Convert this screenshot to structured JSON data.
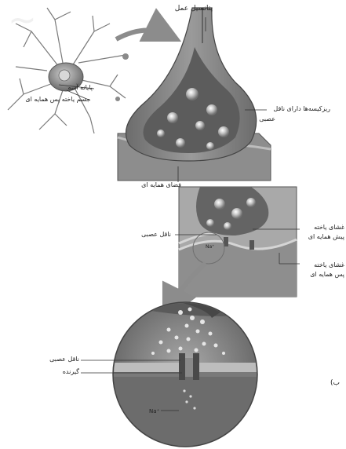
{
  "labels": {
    "action_potential": "پتانسیل عمل",
    "terminal_bouton": "پایانه آسه",
    "postsynaptic_cell_body": "جسم یاخته پس همایه ای",
    "vesicles_line1": "ریزکیسه‌ها دارای ناقل",
    "vesicles_line2": "عصبی",
    "synaptic_cleft": "فضای همایه ای",
    "neurotransmitter_mid": "ناقل عصبی",
    "presyn_membrane_line1": "غشای یاخته",
    "presyn_membrane_line2": "پیش همایه ای",
    "postsyn_membrane_line1": "غشای یاخته",
    "postsyn_membrane_line2": "پس همایه ای",
    "neurotransmitter_bottom": "ناقل عصبی",
    "receptor": "گیرنده",
    "na_ion": "Na⁺",
    "na_ion_mid": "Na⁺",
    "panel_letter": "ب)"
  },
  "colors": {
    "neuron": "#7d7d7d",
    "membrane": "#a3a3a3",
    "vesicle": "#c4c4c4",
    "arrow": "#8c8c8c"
  }
}
